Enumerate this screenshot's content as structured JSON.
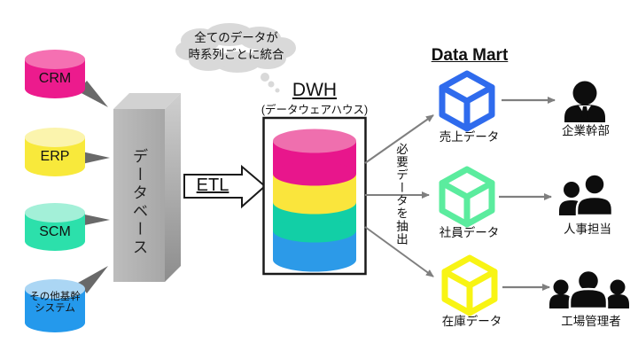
{
  "palette": {
    "crm": "#ec1b8d",
    "crm_top": "#f570b2",
    "erp": "#f8e93b",
    "erp_top": "#fbf4ad",
    "scm": "#2ce0ab",
    "scm_top": "#a3f0d8",
    "other": "#2499ec",
    "other_top": "#abd6f4",
    "db_front": "#b2b2b2",
    "db_top": "#d2d2d2",
    "cloud": "#d9d9d9",
    "wedge": "#696969",
    "line": "#7f7f7f",
    "dwh_magenta": "#e8168c",
    "dwh_magenta_top": "#ef6fae",
    "dwh_yellow": "#fae53c",
    "dwh_teal": "#12cfa6",
    "dwh_blue": "#2c9ae8",
    "cube_blue": "#2f6bed",
    "cube_green": "#5bec9e",
    "cube_yellow": "#f8f414",
    "person": "#0d0d0d"
  },
  "sources": {
    "crm": "CRM",
    "erp": "ERP",
    "scm": "SCM",
    "other_line1": "その他基幹",
    "other_line2": "システム"
  },
  "database_label": "データベース",
  "cloud": {
    "line1": "全てのデータが",
    "line2": "時系列ごとに統合"
  },
  "etl_label": "ETL",
  "dwh": {
    "title": "DWH",
    "subtitle": "(データウェアハウス)"
  },
  "extract_label": "必要データを抽出",
  "datamart": {
    "title": "Data Mart",
    "sales": "売上データ",
    "employee": "社員データ",
    "inventory": "在庫データ"
  },
  "consumers": {
    "executive": "企業幹部",
    "hr": "人事担当",
    "factory": "工場管理者"
  }
}
